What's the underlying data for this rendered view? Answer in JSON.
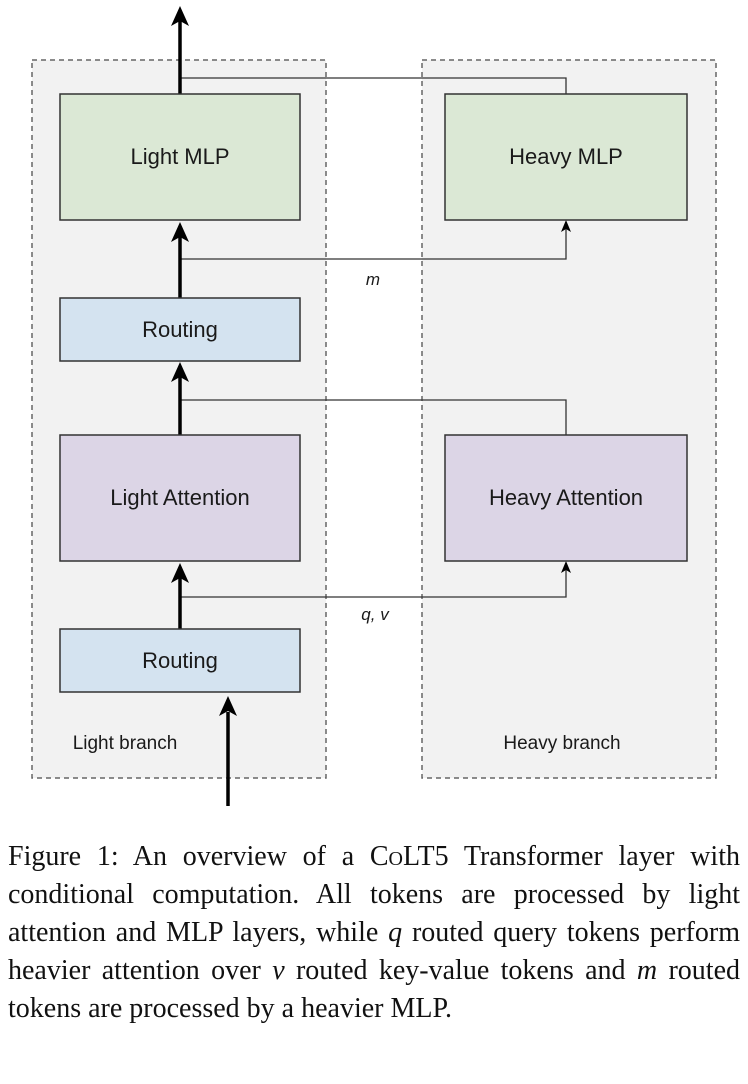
{
  "diagram": {
    "light_branch_label": "Light branch",
    "heavy_branch_label": "Heavy branch",
    "light_mlp": "Light MLP",
    "heavy_mlp": "Heavy MLP",
    "routing_top": "Routing",
    "light_attention": "Light Attention",
    "heavy_attention": "Heavy Attention",
    "routing_bottom": "Routing",
    "edge_mlp_label": "m",
    "edge_attention_label": "q, v",
    "colors": {
      "mlp_fill": "#dbe8d5",
      "routing_fill": "#d4e3f0",
      "attention_fill": "#dcd5e6",
      "branch_fill": "#f2f2f2",
      "edge": "#333333"
    }
  },
  "caption": {
    "prefix": "Figure 1: An overview of a ",
    "model_name": "CoLT5",
    "part1": " Transformer layer with conditional computation. All tokens are processed by light attention and MLP layers, while ",
    "var_q": "q",
    "part2": " routed query tokens perform heavier attention over ",
    "var_v": "v",
    "part3": " routed key-value tokens and ",
    "var_m": "m",
    "part4": " routed tokens are processed by a heavier MLP."
  }
}
